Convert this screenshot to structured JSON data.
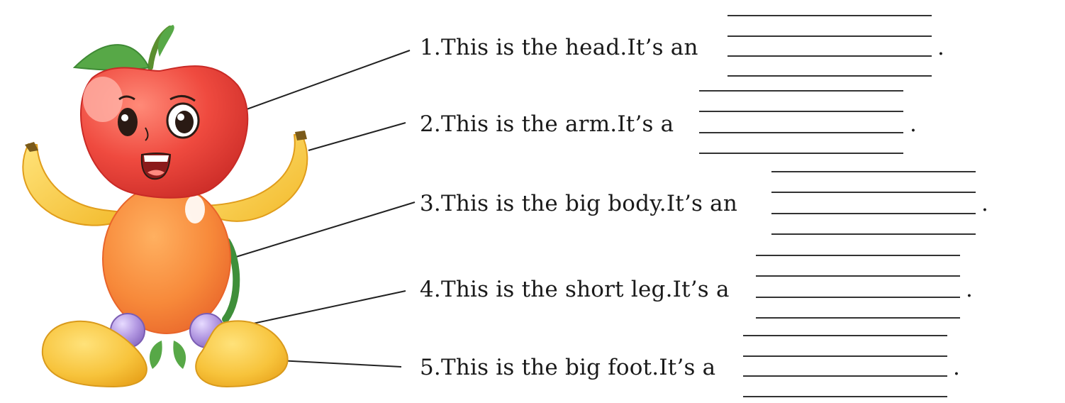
{
  "worksheet": {
    "items": [
      {
        "text": "1.This is the head.It’s an",
        "end": "."
      },
      {
        "text": "2.This is the arm.It’s a",
        "end": "."
      },
      {
        "text": "3.This is the big body.It’s an",
        "end": "."
      },
      {
        "text": "4.This is the short leg.It’s a",
        "end": "."
      },
      {
        "text": "5.This is the big foot.It’s a",
        "end": "."
      }
    ]
  },
  "illustration": {
    "parts": [
      "apple-head",
      "banana-arm",
      "mango-body",
      "grape-leg",
      "pear-foot"
    ],
    "colors": {
      "apple": "#ef4a3f",
      "banana": "#f6c640",
      "mango": "#f7893a",
      "grape": "#a98ad8",
      "pear": "#f7c33b",
      "leaf": "#57a847"
    }
  }
}
